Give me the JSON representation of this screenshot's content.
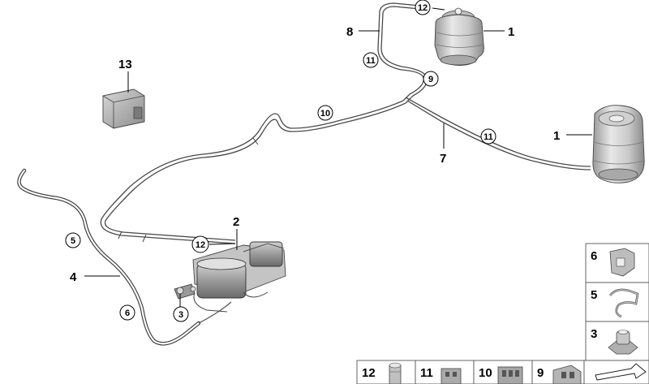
{
  "callouts": {
    "n1a": "1",
    "n1b": "1",
    "n2": "2",
    "n3": "3",
    "n4": "4",
    "n5": "5",
    "n6": "6",
    "n7": "7",
    "n8": "8",
    "n9": "9",
    "n10": "10",
    "n11a": "11",
    "n11b": "11",
    "n12a": "12",
    "n12b": "12",
    "n13": "13"
  },
  "legend": {
    "c6": "6",
    "c5": "5",
    "c3": "3",
    "c12": "12",
    "c11": "11",
    "c10": "10",
    "c9": "9"
  }
}
